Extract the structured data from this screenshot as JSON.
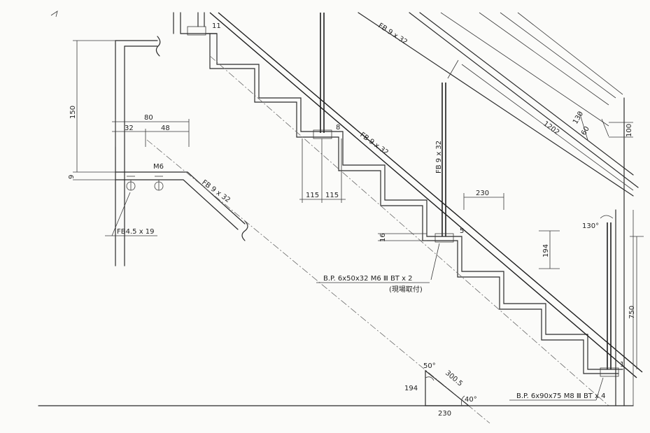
{
  "labels": {
    "fb_top": "FB 9 x 32",
    "fb_mid": "FB 9 x 32",
    "fb_post": "FB 9 x 32",
    "fb_detail": "FB 9 x 32",
    "step_11": "11",
    "step_8": "8",
    "step_5": "5",
    "step_1": "1",
    "dim_150": "150",
    "dim_9": "9",
    "dim_80": "80",
    "dim_32": "32",
    "dim_48": "48",
    "m6": "M6",
    "fb_detail_bottom": "FB4.5 x 19",
    "dim_115a": "115",
    "dim_115b": "115",
    "dim_230": "230",
    "dim_194": "194",
    "dim_16": "16",
    "dim_1202": "1202",
    "dim_130": "130",
    "dim_60": "60",
    "dim_100": "100",
    "angle_130": "130°",
    "dim_750": "750",
    "bp_note": "B.P. 6x50x32 M6 Ⅲ BT x 2",
    "bp_note_sub": "(現場取付)",
    "bp_bottom": "B.P. 6x90x75 M8 Ⅲ BT x 4",
    "tri_50": "50°",
    "tri_194": "194",
    "tri_300": "300.5",
    "tri_40": "40°",
    "tri_230": "230"
  }
}
